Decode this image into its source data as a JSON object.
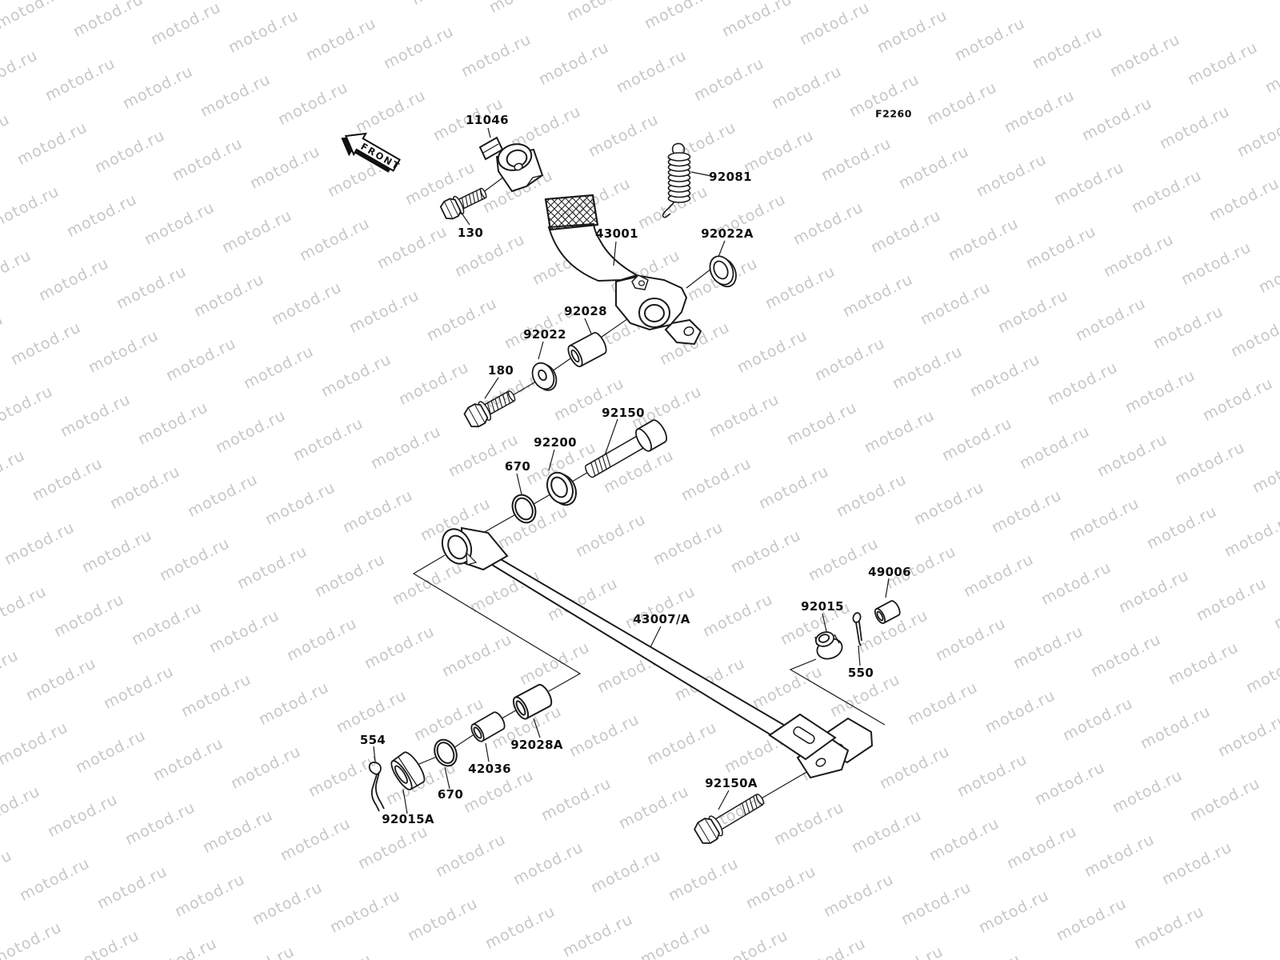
{
  "diagram": {
    "figure_code": "F2260",
    "front_arrow": {
      "text": "FRONT"
    },
    "watermark": {
      "text": "motod.ru",
      "color": "#c7c7c7"
    },
    "line_color": "#1a1a1a",
    "parts": [
      {
        "label": "11046",
        "part": "clamp-bracket"
      },
      {
        "label": "130",
        "part": "flanged-bolt"
      },
      {
        "label": "43001",
        "part": "brake-pedal"
      },
      {
        "label": "92081",
        "part": "return-spring"
      },
      {
        "label": "92022A",
        "part": "washer"
      },
      {
        "label": "92028",
        "part": "bushing"
      },
      {
        "label": "92022",
        "part": "washer"
      },
      {
        "label": "180",
        "part": "flanged-bolt"
      },
      {
        "label": "92150",
        "part": "bolt"
      },
      {
        "label": "92200",
        "part": "washer"
      },
      {
        "label": "670",
        "part": "o-ring"
      },
      {
        "label": "43007/A",
        "part": "brake-rod"
      },
      {
        "label": "92015",
        "part": "flanged-nut"
      },
      {
        "label": "49006",
        "part": "bushing"
      },
      {
        "label": "550",
        "part": "cotter-pin"
      },
      {
        "label": "92028A",
        "part": "bushing"
      },
      {
        "label": "42036",
        "part": "sleeve"
      },
      {
        "label": "670",
        "part": "o-ring"
      },
      {
        "label": "92015A",
        "part": "flanged-nut"
      },
      {
        "label": "554",
        "part": "hairpin-clip"
      },
      {
        "label": "92150A",
        "part": "flanged-bolt"
      }
    ]
  }
}
